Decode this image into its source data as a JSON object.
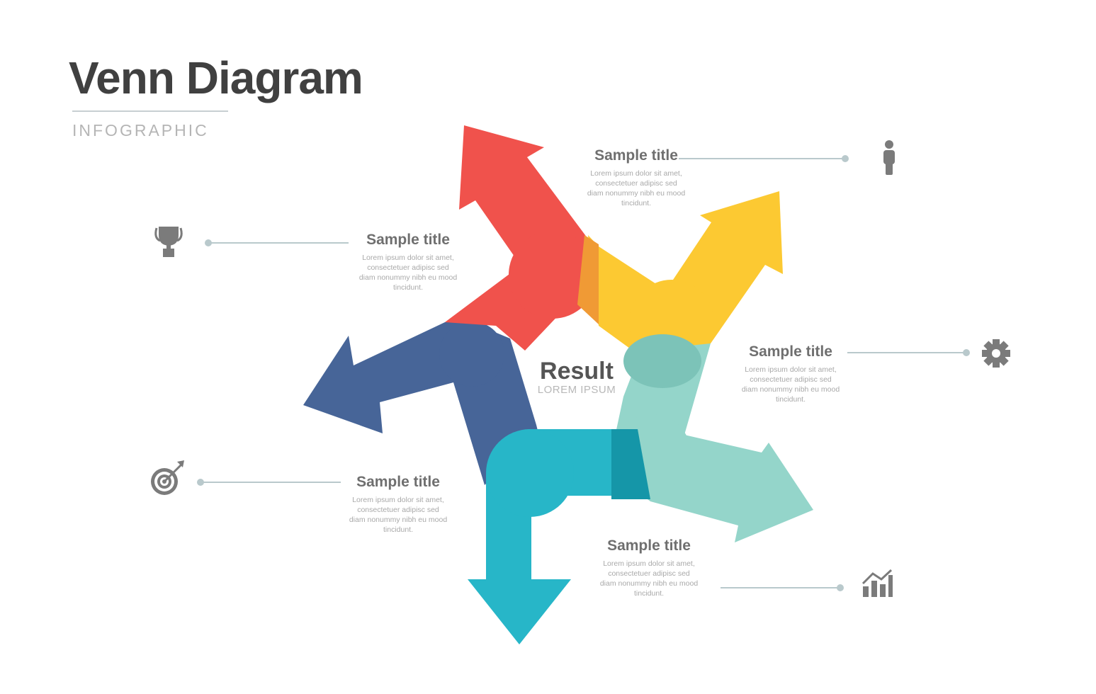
{
  "header": {
    "title": "Venn Diagram",
    "subtitle": "INFOGRAPHIC"
  },
  "center": {
    "title": "Result",
    "subtitle": "LOREM IPSUM"
  },
  "colors": {
    "red": "#f0524c",
    "yellow": "#fcc932",
    "teal": "#94d5ca",
    "cyan": "#27b6c8",
    "blue": "#476598",
    "connector": "#b9c9cc",
    "icon": "#7b7b7b"
  },
  "items": [
    {
      "title": "Sample title",
      "desc": "Lorem ipsum dolor sit amet, consectetuer adipisc sed diam nonummy nibh eu mood tincidunt.",
      "icon": "person-icon"
    },
    {
      "title": "Sample title",
      "desc": "Lorem ipsum dolor sit amet, consectetuer adipisc sed diam nonummy nibh eu mood tincidunt.",
      "icon": "trophy-icon"
    },
    {
      "title": "Sample title",
      "desc": "Lorem ipsum dolor sit amet, consectetuer adipisc sed diam nonummy nibh eu mood tincidunt.",
      "icon": "gear-icon"
    },
    {
      "title": "Sample title",
      "desc": "Lorem ipsum dolor sit amet, consectetuer adipisc sed diam nonummy nibh eu mood tincidunt.",
      "icon": "target-icon"
    },
    {
      "title": "Sample title",
      "desc": "Lorem ipsum dolor sit amet, consectetuer adipisc sed diam nonummy nibh eu mood tincidunt.",
      "icon": "growth-chart-icon"
    }
  ]
}
